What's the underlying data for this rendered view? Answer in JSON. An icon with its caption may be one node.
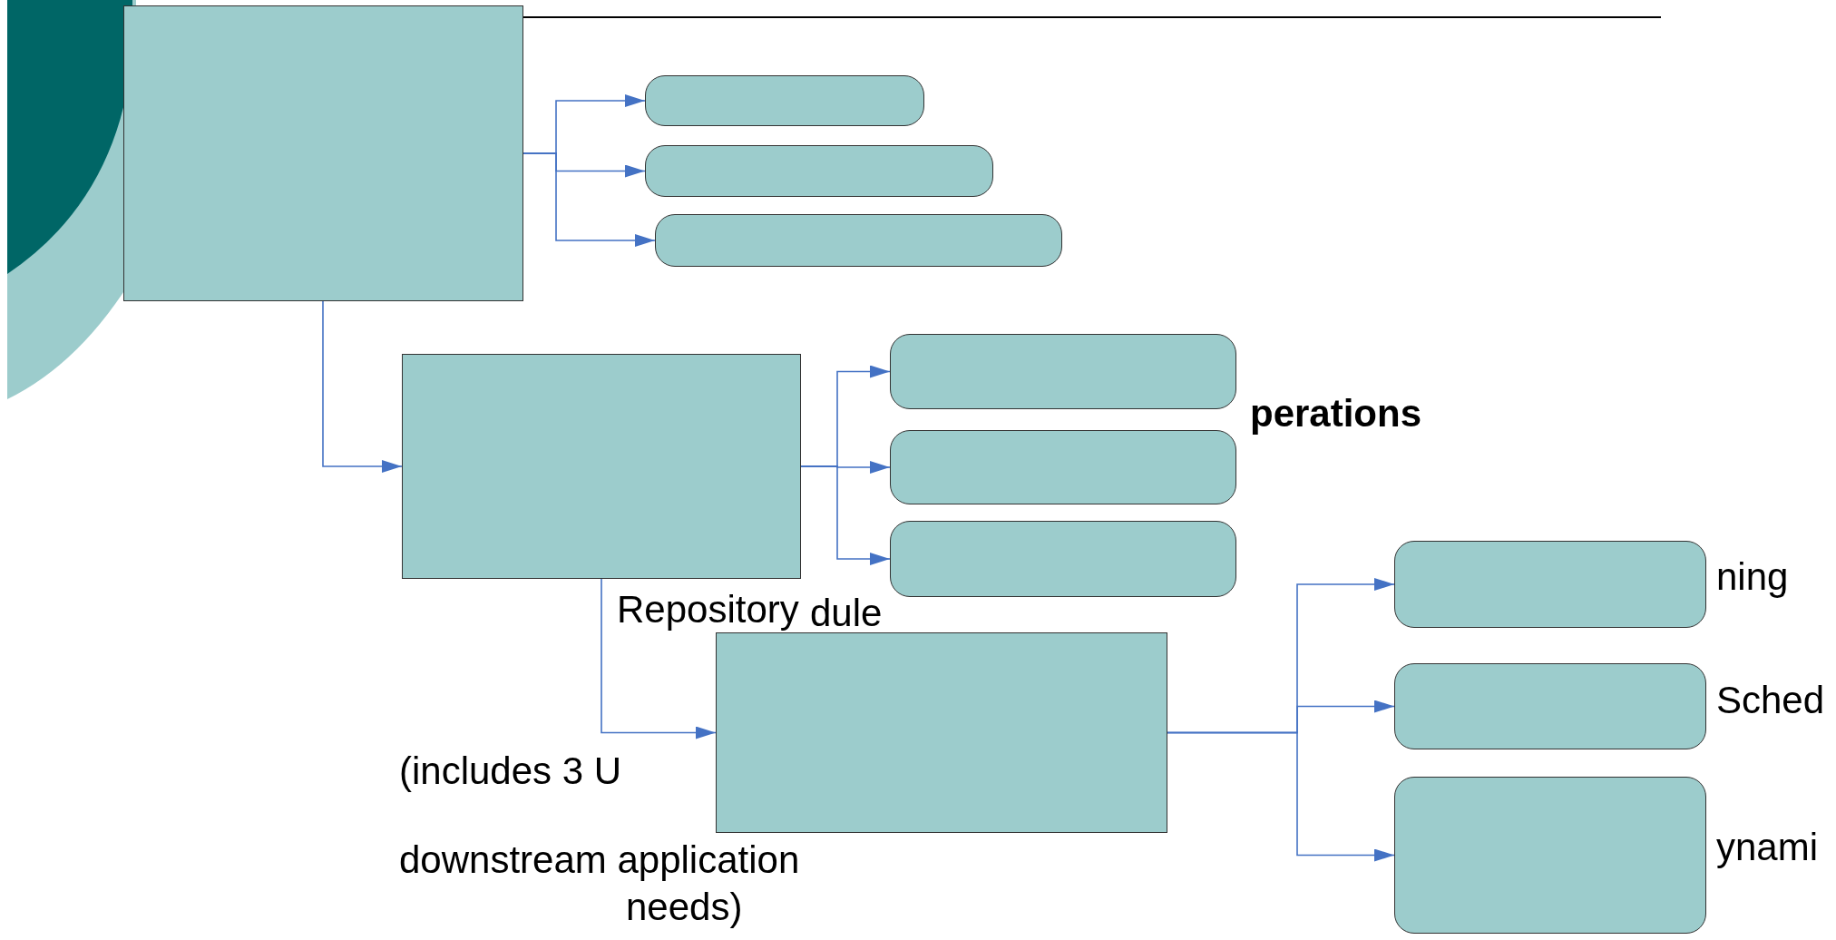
{
  "diagram": {
    "nodes": [
      {
        "text": [],
        "shape": "box"
      },
      {
        "text": [],
        "shape": "rounded"
      },
      {
        "text": [],
        "shape": "rounded"
      },
      {
        "text": [],
        "shape": "rounded"
      },
      {
        "text": [],
        "shape": "box"
      },
      {
        "text": [],
        "shape": "rounded"
      },
      {
        "text": [],
        "shape": "rounded"
      },
      {
        "text": [],
        "shape": "rounded"
      },
      {
        "text": [],
        "shape": "box"
      },
      {
        "text": [],
        "shape": "rounded"
      },
      {
        "text": [],
        "shape": "rounded"
      },
      {
        "text": [],
        "shape": "rounded"
      }
    ],
    "edges": [
      {
        "from": 0,
        "to": 1,
        "arrow": "to"
      },
      {
        "from": 0,
        "to": 2,
        "arrow": "to"
      },
      {
        "from": 0,
        "to": 3,
        "arrow": "to"
      },
      {
        "from": 0,
        "to": 4,
        "arrow": "to"
      },
      {
        "from": 4,
        "to": 5,
        "arrow": "to"
      },
      {
        "from": 4,
        "to": 6,
        "arrow": "to"
      },
      {
        "from": 4,
        "to": 7,
        "arrow": "to"
      },
      {
        "from": 4,
        "to": 8,
        "arrow": "to"
      },
      {
        "from": 8,
        "to": 9,
        "arrow": "to"
      },
      {
        "from": 8,
        "to": 10,
        "arrow": "to"
      },
      {
        "from": 8,
        "to": 11,
        "arrow": "to"
      }
    ],
    "labels": [
      "perations",
      "dule",
      "Repository",
      "(includes 3 U",
      "downstream application",
      "needs)",
      "ning",
      "Sched",
      "ynami"
    ]
  }
}
